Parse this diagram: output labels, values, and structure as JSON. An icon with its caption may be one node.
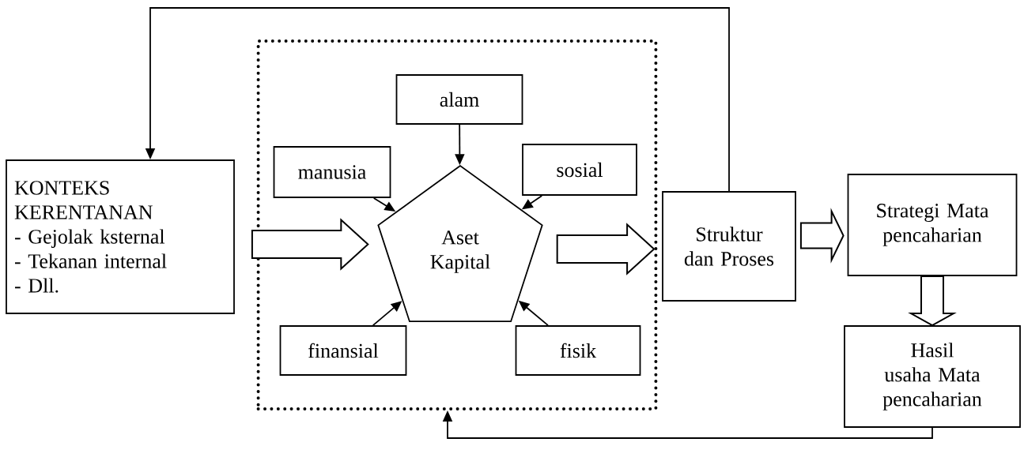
{
  "diagram": {
    "nodes": [
      {
        "text": [
          "KONTEKS KERENTANAN",
          "- Gejolak ksternal",
          "- Tekanan internal",
          "- Dll."
        ]
      },
      {
        "text": [],
        "shape": "box"
      },
      {
        "text": [
          "alam"
        ],
        "in": 1
      },
      {
        "text": [
          "manusia"
        ],
        "in": 1
      },
      {
        "text": [
          "sosial"
        ],
        "in": 1
      },
      {
        "text": [
          "Aset Kapital"
        ],
        "in": 1
      },
      {
        "text": [
          "finansial"
        ],
        "in": 1
      },
      {
        "text": [
          "fisik"
        ],
        "in": 1
      },
      {
        "text": [
          "Struktur dan Proses"
        ]
      },
      {
        "text": [
          "Strategi Mata pencaharian"
        ]
      },
      {
        "text": [
          "Hasil usaha Mata pencaharian"
        ]
      }
    ],
    "edges": [
      {
        "from": 2,
        "to": 5,
        "arrow": "to"
      },
      {
        "from": 3,
        "to": 5,
        "arrow": "to"
      },
      {
        "from": 4,
        "to": 5,
        "arrow": "to"
      },
      {
        "from": 6,
        "to": 5,
        "arrow": "to"
      },
      {
        "from": 7,
        "to": 5,
        "arrow": "to"
      },
      {
        "from": 0,
        "to": 5,
        "arrow": "to",
        "style": "thick"
      },
      {
        "from": 5,
        "to": 8,
        "arrow": "to",
        "style": "thick"
      },
      {
        "from": 8,
        "to": 9,
        "arrow": "to",
        "style": "thick"
      },
      {
        "from": 9,
        "to": 10,
        "arrow": "to",
        "style": "thick"
      },
      {
        "from": 8,
        "to": 0,
        "arrow": "to"
      },
      {
        "from": 10,
        "to": 1,
        "arrow": "to"
      }
    ]
  }
}
